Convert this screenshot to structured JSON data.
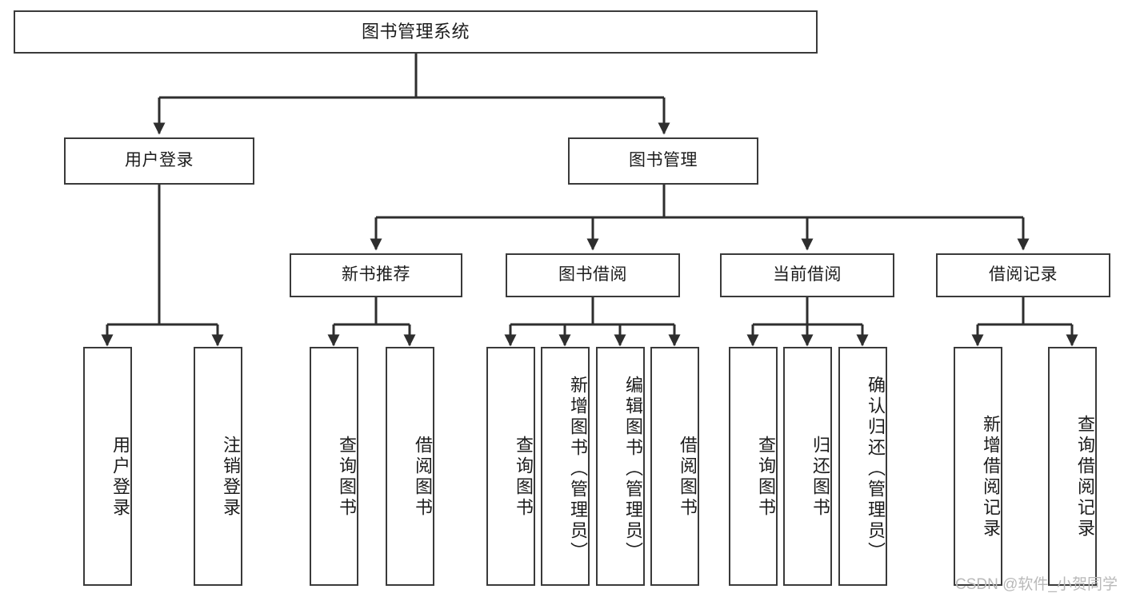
{
  "diagram": {
    "title": "图书管理系统",
    "type": "tree",
    "watermark": "CSDN @软件_小贺同学",
    "colors": {
      "stroke": "#3a3a3a",
      "fill": "#ffffff",
      "text": "#1c1c1c",
      "watermark": "#b9b9b9"
    },
    "levels": {
      "root": {
        "label": "图书管理系统"
      },
      "level2": [
        {
          "id": "user-login",
          "label": "用户登录"
        },
        {
          "id": "book-manage",
          "label": "图书管理"
        }
      ],
      "level3": [
        {
          "id": "new-book-rec",
          "label": "新书推荐",
          "parent": "book-manage"
        },
        {
          "id": "book-borrow",
          "label": "图书借阅",
          "parent": "book-manage"
        },
        {
          "id": "current-borrow",
          "label": "当前借阅",
          "parent": "book-manage"
        },
        {
          "id": "borrow-record",
          "label": "借阅记录",
          "parent": "book-manage"
        }
      ],
      "leaves": [
        {
          "id": "leaf-user-login",
          "label": "用户登录",
          "parent": "user-login"
        },
        {
          "id": "leaf-logout",
          "label": "注销登录",
          "parent": "user-login"
        },
        {
          "id": "leaf-query-book-1",
          "label": "查询图书",
          "parent": "new-book-rec"
        },
        {
          "id": "leaf-borrow-book-1",
          "label": "借阅图书",
          "parent": "new-book-rec"
        },
        {
          "id": "leaf-query-book-2",
          "label": "查询图书",
          "parent": "book-borrow"
        },
        {
          "id": "leaf-add-book",
          "label": "新增图书（管理员）",
          "parent": "book-borrow"
        },
        {
          "id": "leaf-edit-book",
          "label": "编辑图书（管理员）",
          "parent": "book-borrow"
        },
        {
          "id": "leaf-borrow-book-2",
          "label": "借阅图书",
          "parent": "book-borrow"
        },
        {
          "id": "leaf-query-book-3",
          "label": "查询图书",
          "parent": "current-borrow"
        },
        {
          "id": "leaf-return-book",
          "label": "归还图书",
          "parent": "current-borrow"
        },
        {
          "id": "leaf-confirm-return",
          "label": "确认归还（管理员）",
          "parent": "current-borrow"
        },
        {
          "id": "leaf-add-record",
          "label": "新增借阅记录",
          "parent": "borrow-record"
        },
        {
          "id": "leaf-query-record",
          "label": "查询借阅记录",
          "parent": "borrow-record"
        }
      ]
    }
  }
}
